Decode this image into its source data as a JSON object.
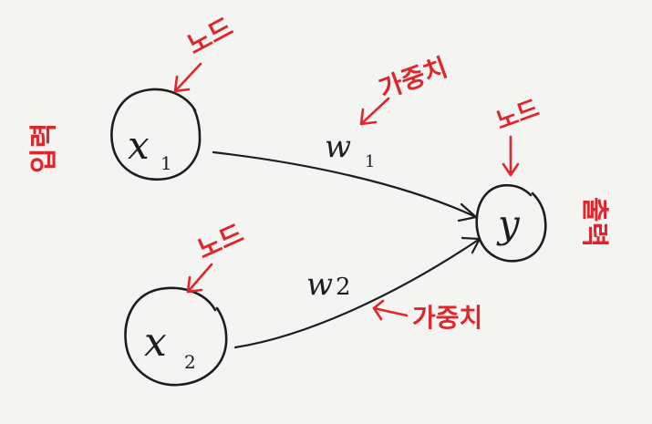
{
  "inputs": {
    "x1": {
      "symbol": "x",
      "subscript": "1"
    },
    "x2": {
      "symbol": "x",
      "subscript": "2"
    }
  },
  "output": {
    "symbol": "y"
  },
  "weights": {
    "w1": {
      "symbol": "w",
      "subscript": "1"
    },
    "w2": {
      "symbol": "w",
      "subscript": "2"
    }
  },
  "annotations": {
    "node_x1": "노드",
    "node_x2": "노드",
    "node_y": "노드",
    "weight_w1": "가중치",
    "weight_w2": "가중치",
    "input_label": "입력",
    "output_label": "출력"
  },
  "colors": {
    "ink": "#1d1d1d",
    "annotation": "#e0262b",
    "background": "#f4f4f2"
  }
}
